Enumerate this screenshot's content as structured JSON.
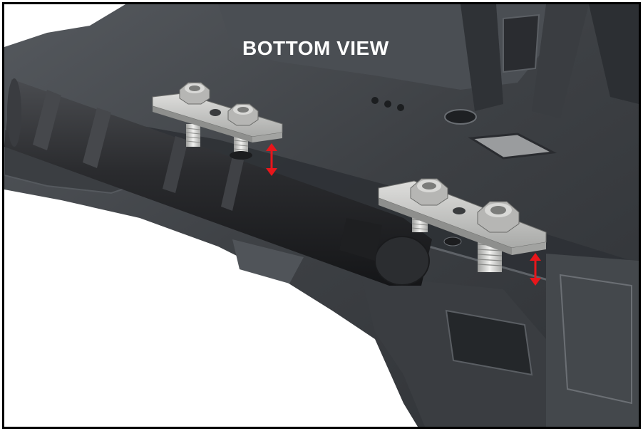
{
  "figure": {
    "title": "BOTTOM VIEW"
  },
  "colors": {
    "housing_dark": "#3b3e42",
    "housing_mid": "#4d5156",
    "housing_light": "#6a6e73",
    "bracket_plate": "#c9c9c7",
    "bracket_shadow": "#8e8f8d",
    "nut": "#b8b8b6",
    "thread": "#e6e6e4",
    "arrow": "#e8161b",
    "shaft": "#2b2c2e"
  },
  "parts": {
    "brackets": [
      {
        "name": "left-bracket"
      },
      {
        "name": "right-bracket"
      }
    ],
    "adjust_arrows": [
      {
        "name": "left-adjust-arrow"
      },
      {
        "name": "right-adjust-arrow"
      }
    ]
  }
}
